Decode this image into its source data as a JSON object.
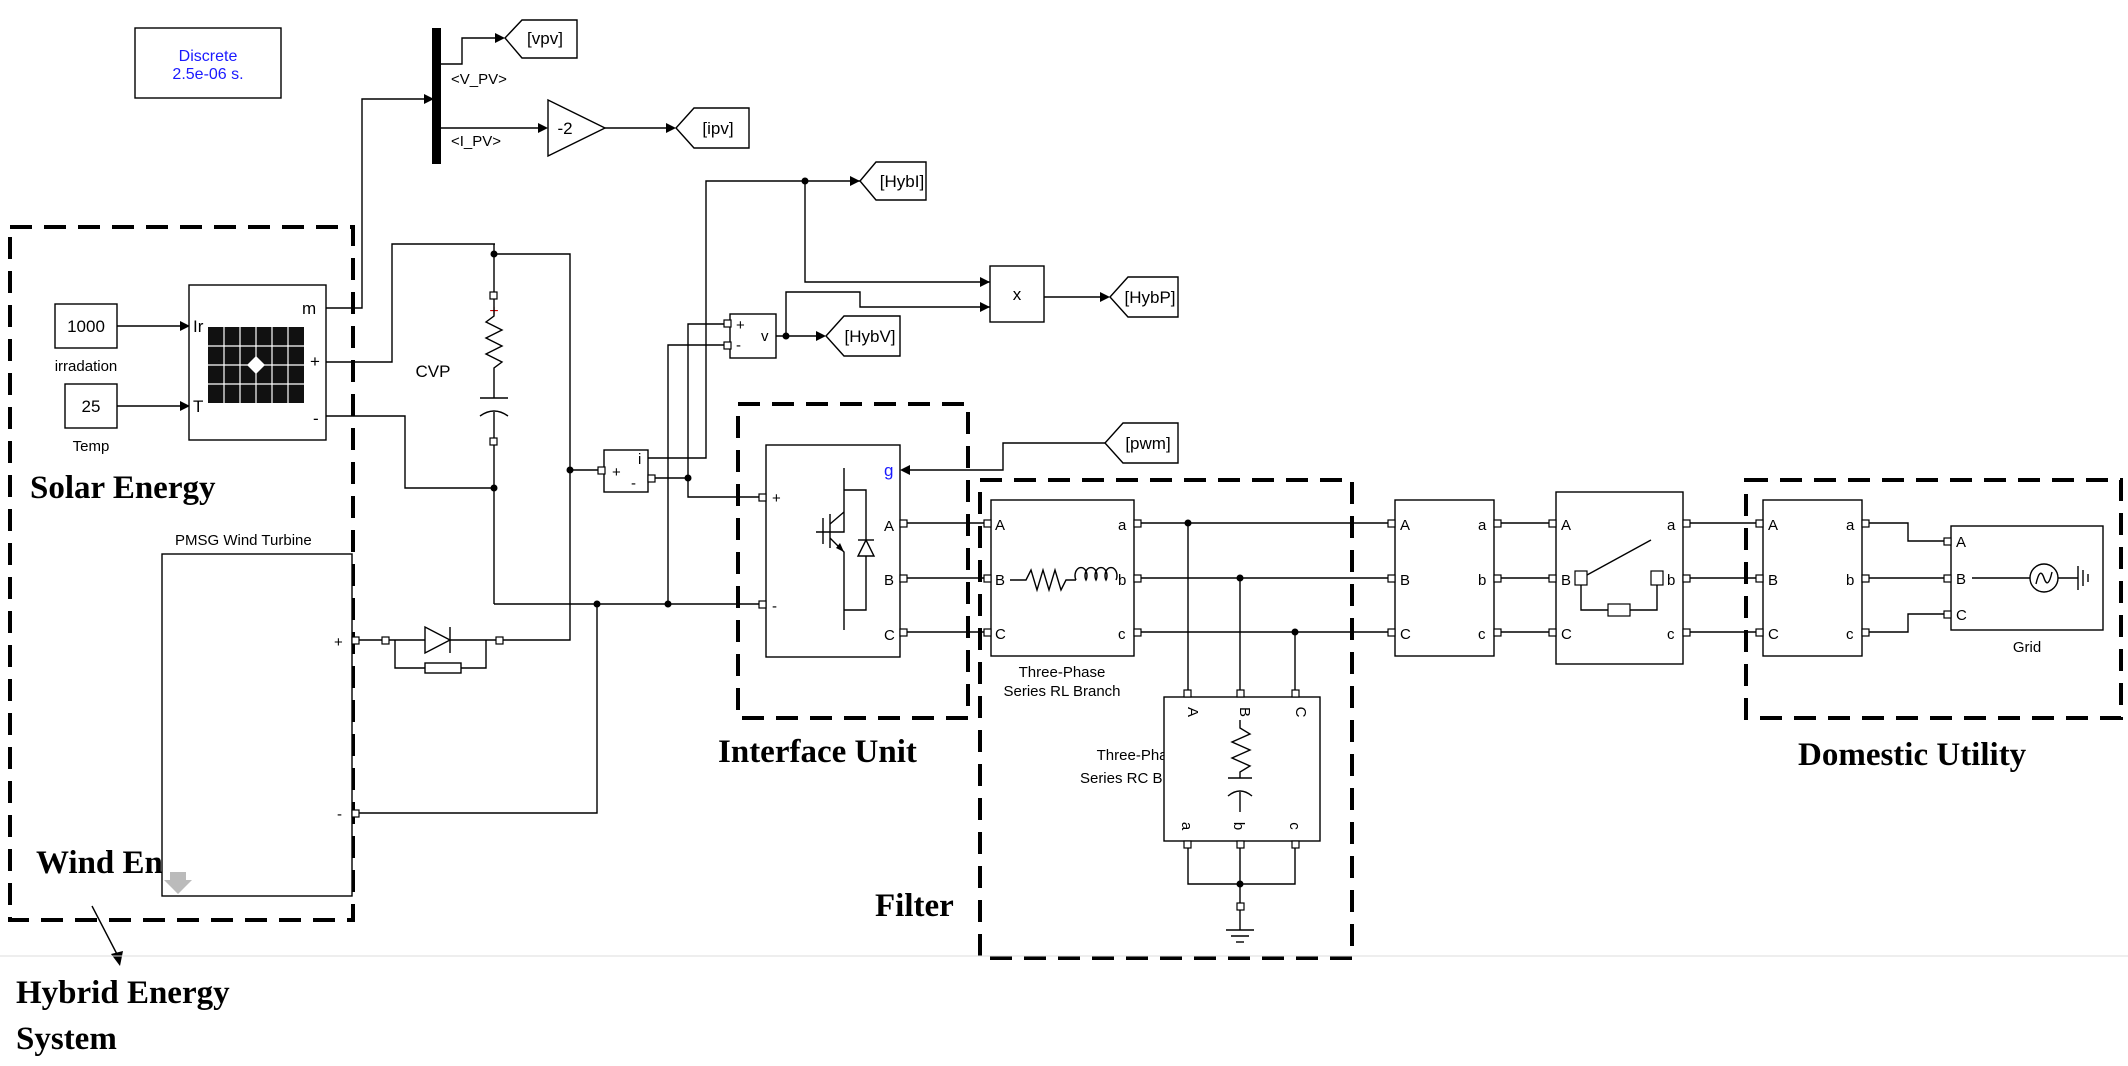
{
  "discrete": {
    "line1": "Discrete",
    "line2": "2.5e-06 s."
  },
  "sources": {
    "irradiation": {
      "value": "1000",
      "label": "irradation"
    },
    "temperature": {
      "value": "25",
      "label": "Temp"
    }
  },
  "pv_array": {
    "port_ir": "Ir",
    "port_t": "T",
    "port_m": "m",
    "port_plus": "+",
    "port_minus": "-"
  },
  "bus_selector": {
    "sig1": "<V_PV>",
    "sig2": "<I_PV>"
  },
  "gain": {
    "value": "-2"
  },
  "goto_tags": {
    "vpv": "[vpv]",
    "ipv": "[ipv]",
    "hybi": "[HybI]",
    "hybp": "[HybP]",
    "hybv": "[HybV]",
    "pwm": "[pwm]"
  },
  "product": {
    "symbol": "x"
  },
  "current_meas": {
    "plus": "+",
    "minus": "-",
    "out": "i"
  },
  "voltage_meas": {
    "plus": "+",
    "minus": "-",
    "out": "v"
  },
  "cvp": {
    "label": "CVP"
  },
  "wind": {
    "title": "PMSG Wind Turbine",
    "plus": "+",
    "minus": "-"
  },
  "inverter": {
    "plus": "+",
    "minus": "-",
    "gate": "g",
    "A": "A",
    "B": "B",
    "C": "C"
  },
  "rl_branch": {
    "line1": "Three-Phase",
    "line2": "Series RL Branch",
    "A": "A",
    "B": "B",
    "C": "C",
    "a": "a",
    "b": "b",
    "c": "c"
  },
  "rc_branch": {
    "line1": "Three-Phase",
    "line2": "Series RC Branch",
    "A": "A",
    "B": "B",
    "C": "C",
    "a": "a",
    "b": "b",
    "c": "c"
  },
  "meas_block": {
    "A": "A",
    "B": "B",
    "C": "C",
    "a": "a",
    "b": "b",
    "c": "c"
  },
  "breaker": {
    "A": "A",
    "B": "B",
    "C": "C",
    "a": "a",
    "b": "b",
    "c": "c"
  },
  "meas_block2": {
    "A": "A",
    "B": "B",
    "C": "C",
    "a": "a",
    "b": "b",
    "c": "c"
  },
  "grid": {
    "label": "Grid",
    "A": "A",
    "B": "B",
    "C": "C"
  },
  "sections": {
    "solar": "Solar Energy",
    "wind": "Wind Energy",
    "hybrid1": "Hybrid Energy",
    "hybrid2": "System",
    "interface": "Interface Unit",
    "filter": "Filter",
    "domestic": "Domestic Utility"
  }
}
